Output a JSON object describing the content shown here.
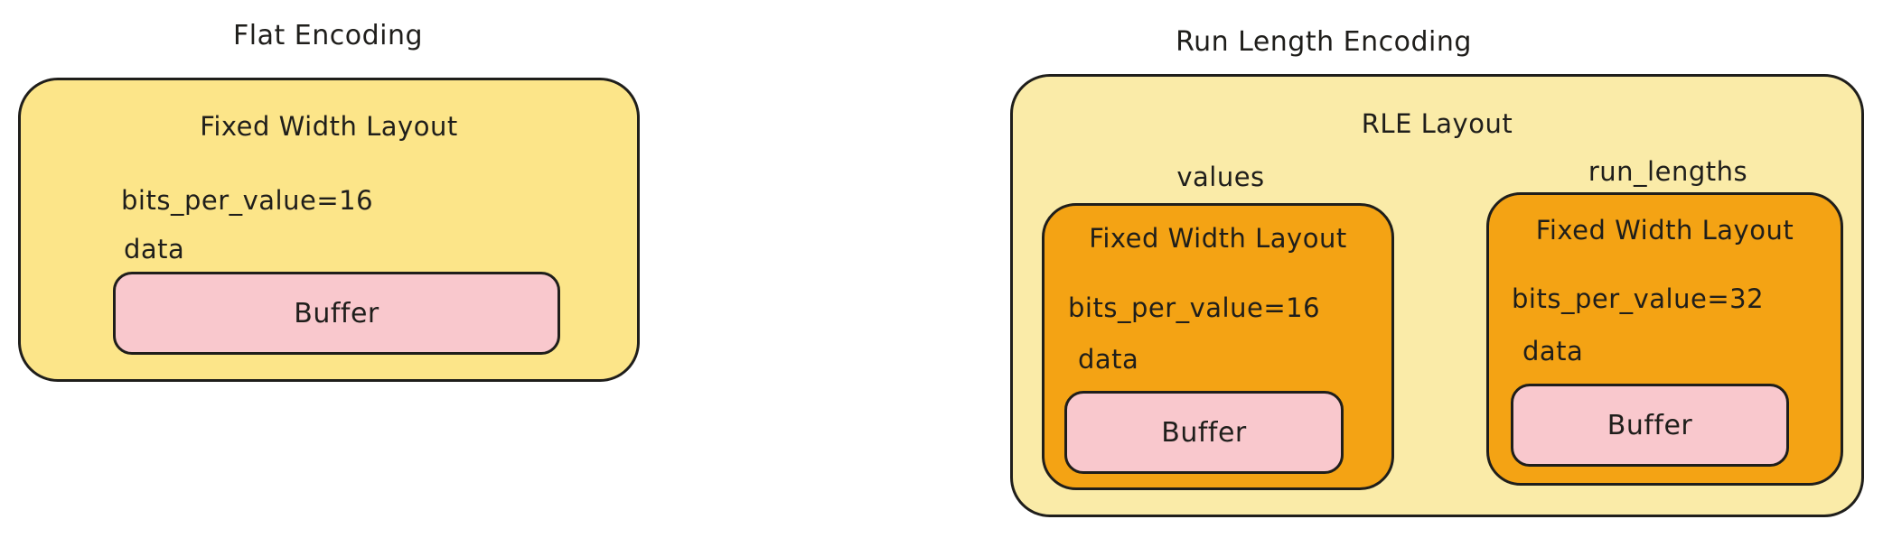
{
  "flat": {
    "title": "Flat Encoding",
    "layout": {
      "header": "Fixed Width Layout",
      "bits": "bits_per_value=16",
      "data_label": "data",
      "buffer_label": "Buffer"
    }
  },
  "rle": {
    "title": "Run Length Encoding",
    "layout_header": "RLE Layout",
    "values": {
      "label": "values",
      "header": "Fixed Width Layout",
      "bits": "bits_per_value=16",
      "data_label": "data",
      "buffer_label": "Buffer"
    },
    "run_lengths": {
      "label": "run_lengths",
      "header": "Fixed Width Layout",
      "bits": "bits_per_value=32",
      "data_label": "data",
      "buffer_label": "Buffer"
    }
  },
  "colors": {
    "yellow": "#fce589",
    "pale_yellow": "#faeba8",
    "orange": "#f4a314",
    "pink": "#f9c8cd",
    "stroke": "#1f1e1b"
  }
}
